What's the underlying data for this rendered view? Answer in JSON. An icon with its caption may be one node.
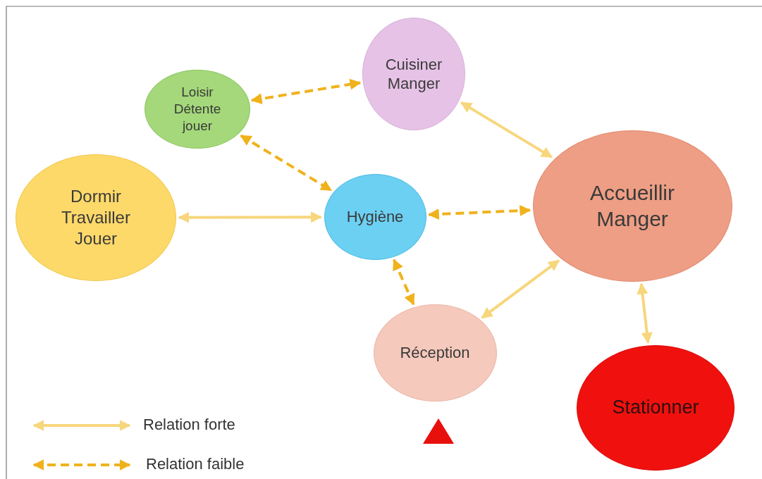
{
  "diagram": {
    "nodes": [
      {
        "text": [
          "Cuisiner Manger"
        ]
      },
      {
        "text": [
          "Loisir Détente jouer"
        ]
      },
      {
        "text": [
          "Dormir Travailler Jouer"
        ]
      },
      {
        "text": [
          "Hygiène"
        ]
      },
      {
        "text": [
          "Accueillir Manger"
        ]
      },
      {
        "text": [
          "Réception"
        ]
      },
      {
        "text": [
          "Stationner"
        ]
      },
      {
        "text": [],
        "shape": "triangle"
      }
    ],
    "edges": [
      {
        "from": 1,
        "to": 0,
        "arrow": "both",
        "style": "dashed",
        "color": "#f0b21c"
      },
      {
        "from": 0,
        "to": 4,
        "arrow": "both",
        "color": "#f7d67c"
      },
      {
        "from": 1,
        "to": 3,
        "arrow": "both",
        "style": "dashed",
        "color": "#f0b21c"
      },
      {
        "from": 2,
        "to": 3,
        "arrow": "both",
        "color": "#f7d67c"
      },
      {
        "from": 3,
        "to": 4,
        "arrow": "both",
        "style": "dashed",
        "color": "#f0b21c"
      },
      {
        "from": 3,
        "to": 5,
        "arrow": "both",
        "style": "dashed",
        "color": "#f0b21c"
      },
      {
        "from": 5,
        "to": 4,
        "arrow": "both",
        "color": "#f7d67c"
      },
      {
        "from": 4,
        "to": 6,
        "arrow": "both",
        "color": "#f7d67c"
      }
    ],
    "legend": [
      {
        "text": "Relation forte"
      },
      {
        "text": "Relation faible"
      }
    ]
  }
}
